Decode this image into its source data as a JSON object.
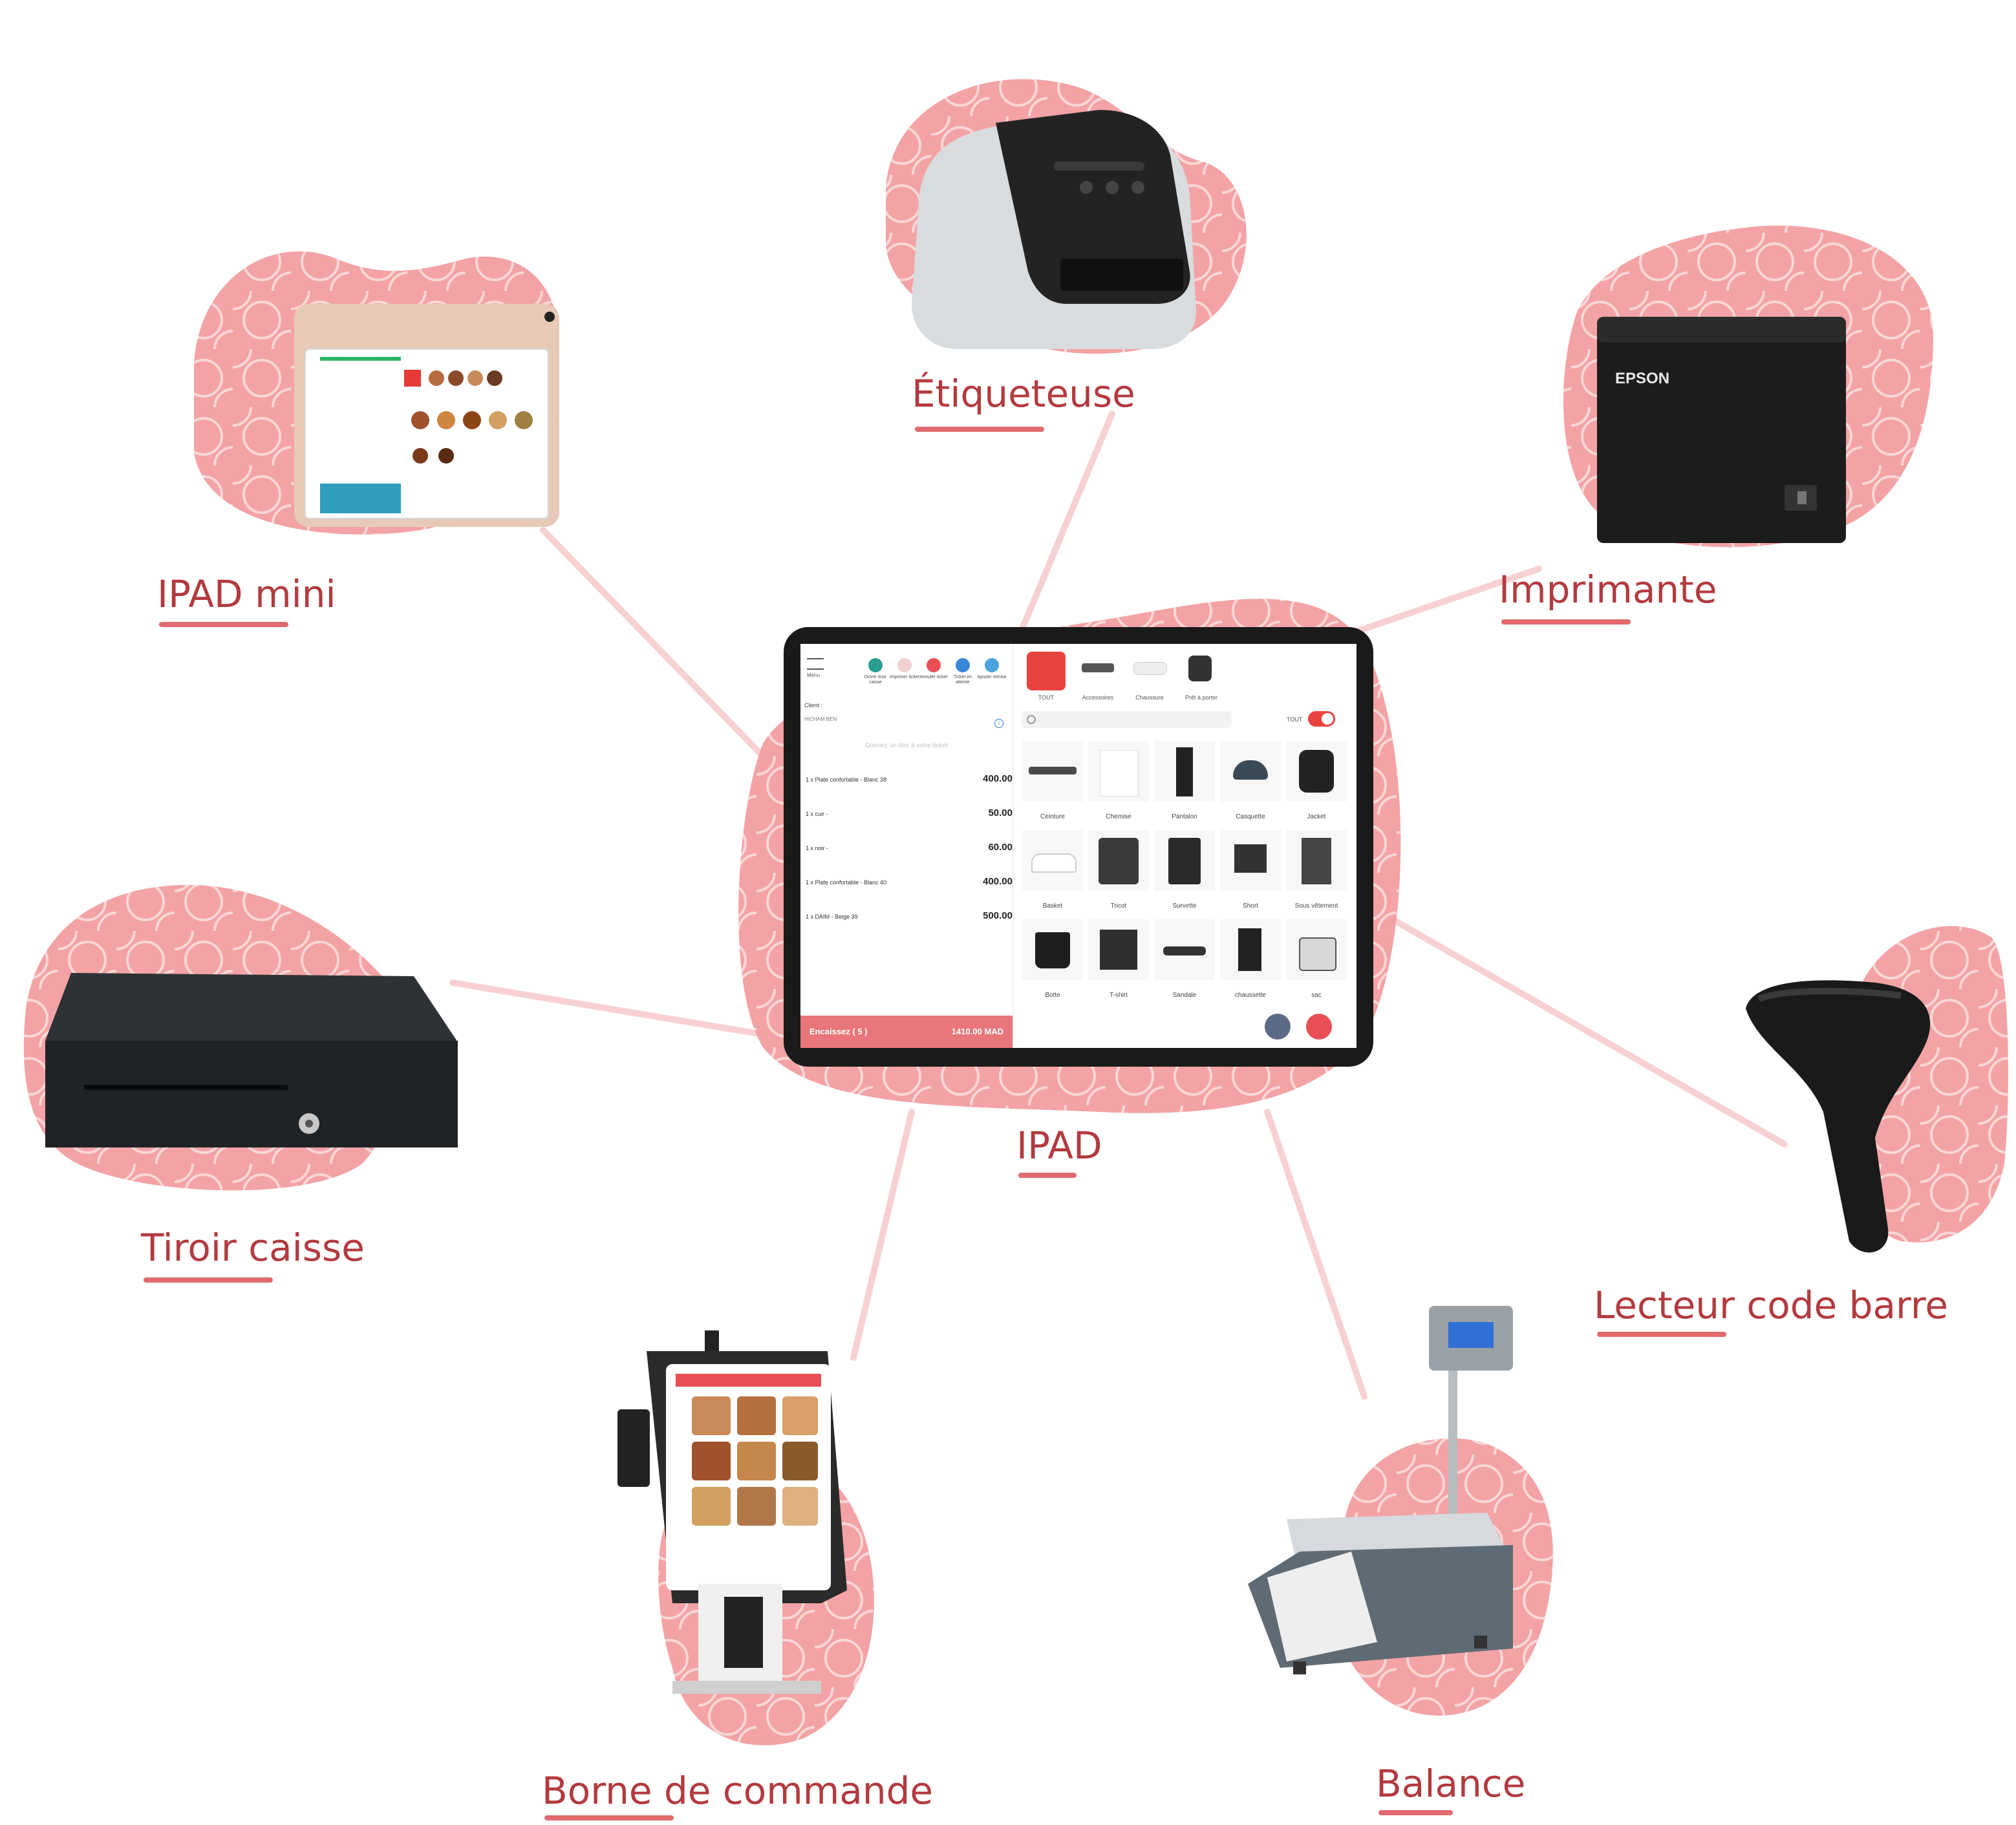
{
  "colors": {
    "accent": "#e85056",
    "label": "#b33a3f",
    "blob": "#f3a3a5",
    "connector": "#f6c9ca"
  },
  "devices": [
    {
      "id": "etiqueteuse",
      "label": "Étiqueteuse"
    },
    {
      "id": "imprimante",
      "label": "Imprimante"
    },
    {
      "id": "ipad-mini",
      "label": "IPAD mini"
    },
    {
      "id": "ipad",
      "label": "IPAD"
    },
    {
      "id": "tiroir",
      "label": "Tiroir caisse"
    },
    {
      "id": "lecteur",
      "label": "Lecteur code barre"
    },
    {
      "id": "borne",
      "label": "Borne de commande"
    },
    {
      "id": "balance",
      "label": "Balance"
    }
  ],
  "printer_brand": "EPSON",
  "ipad_app": {
    "menu_label": "Menu",
    "toolbar": [
      "Ouvrir tiroir caisse",
      "Imprimer ticket",
      "Annuler ticket",
      "Ticket en attente",
      "Ajouter remise"
    ],
    "categories": [
      "TOUT",
      "Accessoires",
      "Chaussure",
      "Prêt à porter"
    ],
    "client_label": "Client :",
    "client_name": "HICHAM BEN",
    "ticket_title_placeholder": "Donnez un titre à votre ticket",
    "ticket_lines": [
      {
        "text": "1 x Plate confortable - Blanc 38",
        "price": "400.00"
      },
      {
        "text": "1 x cuir -",
        "price": "50.00"
      },
      {
        "text": "1 x noir -",
        "price": "60.00"
      },
      {
        "text": "1 x Plate confortable - Blanc 40",
        "price": "400.00"
      },
      {
        "text": "1 x DAIM - Beige 39",
        "price": "500.00"
      }
    ],
    "encaissez": "Encaissez ( 5 )",
    "total": "1410.00 MAD",
    "filter_tout": "TOUT",
    "products": [
      "Ceinture",
      "Chemise",
      "Pantalon",
      "Casquette",
      "Jacket",
      "Basket",
      "Tricot",
      "Survette",
      "Short",
      "Sous vêtement",
      "Botte",
      "T-shirt",
      "Sandale",
      "chaussette",
      "sac"
    ]
  }
}
